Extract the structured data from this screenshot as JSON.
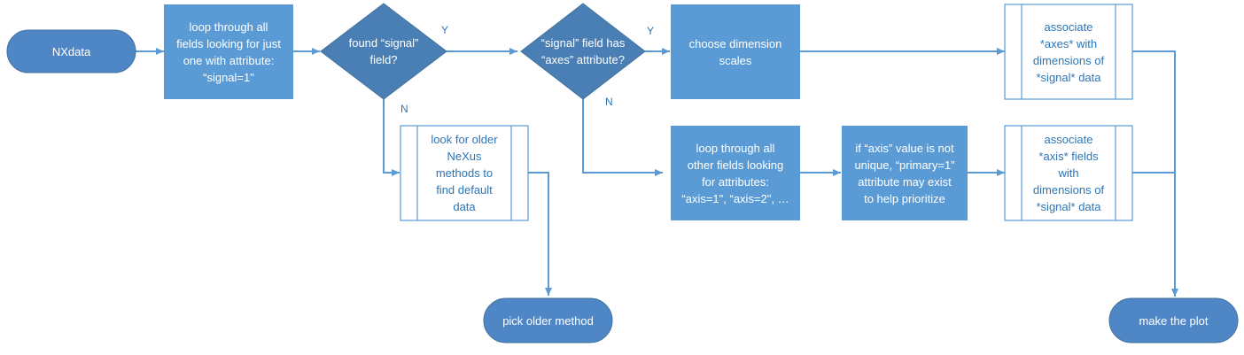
{
  "nodes": {
    "nxdata": "NXdata",
    "loop_signal": "loop through all\nfields looking for just\none with attribute:\n“signal=1\"",
    "found_signal": "found “signal”\nfield?",
    "signal_has_axes": "“signal” field has\n“axes” attribute?",
    "choose_scales": "choose dimension\nscales",
    "associate_axes": "associate\n*axes* with\ndimensions of\n*signal* data",
    "look_older": "look for older\nNeXus\nmethods to\nfind default\ndata",
    "loop_axis": "loop through all\nother fields looking\nfor attributes:\n“axis=1\", “axis=2\", …",
    "axis_not_unique": "if “axis” value is not\nunique, “primary=1”\nattribute may exist\nto help prioritize",
    "associate_axis_fields": "associate\n*axis* fields\nwith\ndimensions of\n*signal* data",
    "pick_older": "pick older method",
    "make_plot": "make the plot"
  },
  "edge_labels": {
    "found_yes": "Y",
    "found_no": "N",
    "axes_yes": "Y",
    "axes_no": "N"
  },
  "colors": {
    "process_fill": "#5b9bd5",
    "decision_fill": "#4a7fb5",
    "terminal_fill": "#4f86c6",
    "connector": "#5b9bd5",
    "subprocess_border": "#5b9bd5",
    "subprocess_text": "#2e75b6"
  }
}
